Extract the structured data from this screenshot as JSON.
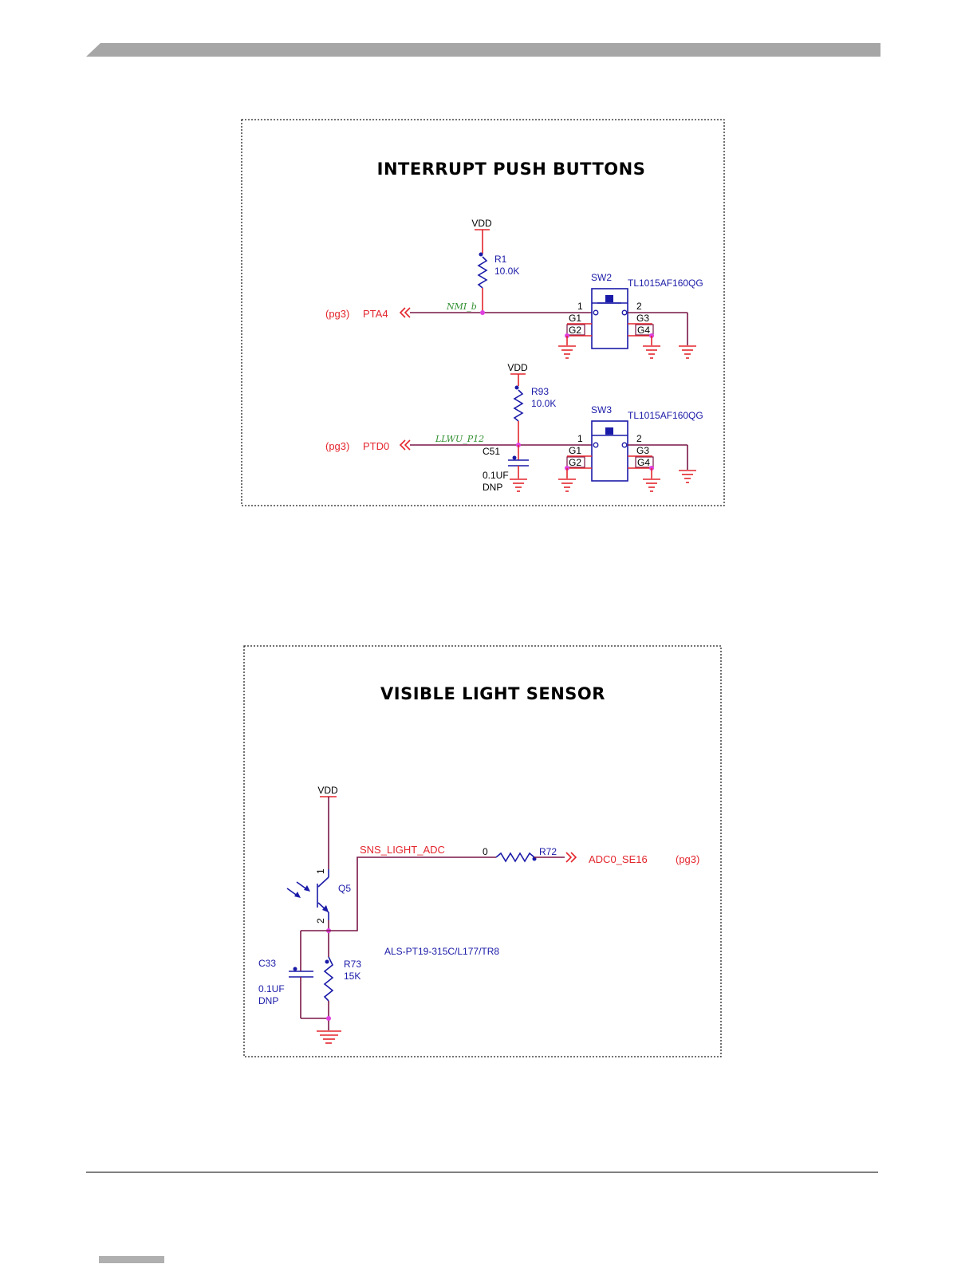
{
  "panels": {
    "interrupt": {
      "title": "INTERRUPT PUSH BUTTONS",
      "vdd1": "VDD",
      "vdd2": "VDD",
      "r1_ref": "R1",
      "r1_val": "10.0K",
      "r93_ref": "R93",
      "r93_val": "10.0K",
      "c51_ref": "C51",
      "c51_val": "0.1UF",
      "c51_dnp": "DNP",
      "sw2_ref": "SW2",
      "sw2_part": "TL1015AF160QG",
      "sw3_ref": "SW3",
      "sw3_part": "TL1015AF160QG",
      "pin1": "1",
      "pin2": "2",
      "g1": "G1",
      "g2": "G2",
      "g3": "G3",
      "g4": "G4",
      "net1": "NMI_b",
      "net2": "LLWU_P12",
      "port1": "PTA4",
      "port2": "PTD0",
      "pageref": "(pg3)"
    },
    "light": {
      "title": "VISIBLE LIGHT SENSOR",
      "vdd": "VDD",
      "net": "SNS_LIGHT_ADC",
      "r72_ref": "R72",
      "r72_val": "0",
      "port": "ADC0_SE16",
      "pageref": "(pg3)",
      "q5_ref": "Q5",
      "q5_pin1": "1",
      "q5_pin2": "2",
      "q5_part": "ALS-PT19-315C/L177/TR8",
      "r73_ref": "R73",
      "r73_val": "15K",
      "c33_ref": "C33",
      "c33_val": "0.1UF",
      "c33_dnp": "DNP"
    }
  },
  "colors": {
    "header_bar": "#a6a6a6",
    "net_wire": "#7a1747",
    "power_wire": "#e3262d",
    "component": "#1a1aa8",
    "junction": "#e040e0"
  }
}
